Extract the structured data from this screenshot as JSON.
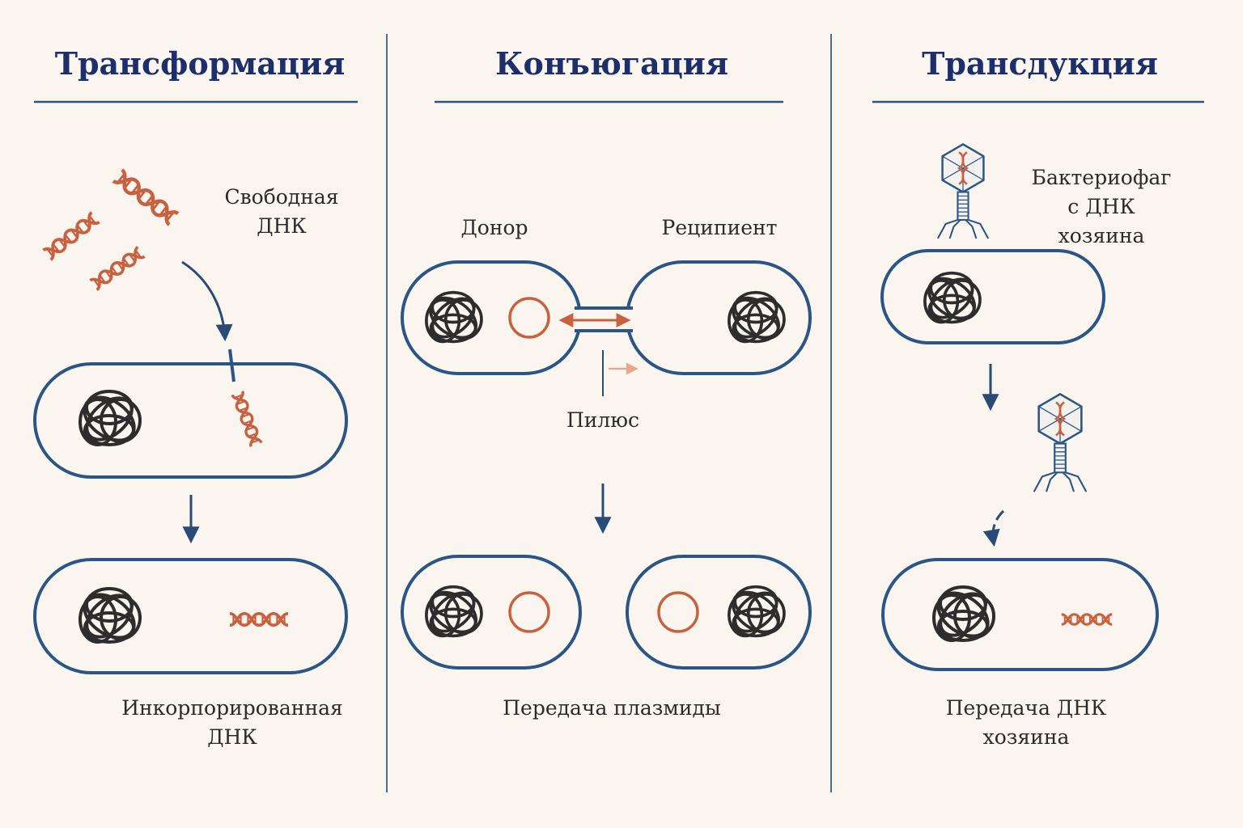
{
  "colors": {
    "background": "#faf6ef",
    "title": "#1c2f6b",
    "cell_outline": "#2a5585",
    "dna": "#c8613f",
    "chromosome": "#2d2d2d",
    "divider": "#4b6d91"
  },
  "panels": [
    {
      "title": "Трансформация",
      "free_dna_label": "Свободная\nДНК",
      "result_label": "Инкорпорированная\nДНК"
    },
    {
      "title": "Конъюгация",
      "donor_label": "Донор",
      "recipient_label": "Реципиент",
      "pilus_label": "Пилюс",
      "result_label": "Передача плазмиды"
    },
    {
      "title": "Трансдукция",
      "phage_label": "Бактериофаг\nс ДНК хозяина",
      "result_label": "Передача ДНК\nхозяина"
    }
  ]
}
